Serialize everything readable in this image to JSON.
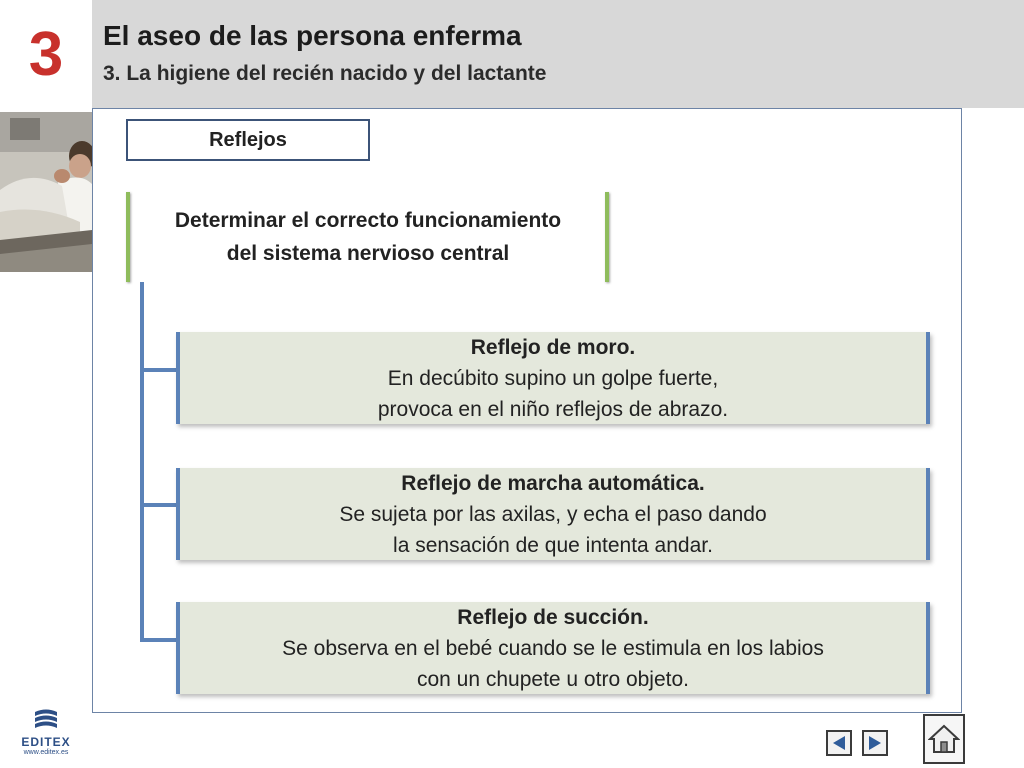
{
  "header": {
    "chapter_number": "3",
    "title": "El aseo de las persona enferma",
    "subtitle": "3. La higiene del recién nacido y del lactante"
  },
  "tab": {
    "label": "Reflejos"
  },
  "concept": {
    "line1": "Determinar el correcto funcionamiento",
    "line2": "del sistema nervioso central"
  },
  "reflexes": [
    {
      "title": "Reflejo de moro.",
      "line1": "En decúbito supino un golpe fuerte,",
      "line2": "provoca en el niño reflejos de abrazo."
    },
    {
      "title": "Reflejo de marcha automática.",
      "line1": "Se sujeta por las axilas, y echa el paso dando",
      "line2": "la sensación de que intenta andar."
    },
    {
      "title": "Reflejo de succión.",
      "line1": "Se observa en el bebé cuando se le estimula en los labios",
      "line2": "con un chupete u otro objeto."
    }
  ],
  "logo": {
    "name": "EDITEX",
    "url": "www.editex.es"
  },
  "icons": {
    "prev": "triangle-left-icon",
    "next": "triangle-right-icon",
    "home": "house-icon"
  },
  "colors": {
    "chapter_number": "#c8312c",
    "header_bg": "#d8d8d8",
    "tree_line": "#5b82b8",
    "bracket": "#8fbc5c",
    "box_bg": "#e4e8dc"
  }
}
